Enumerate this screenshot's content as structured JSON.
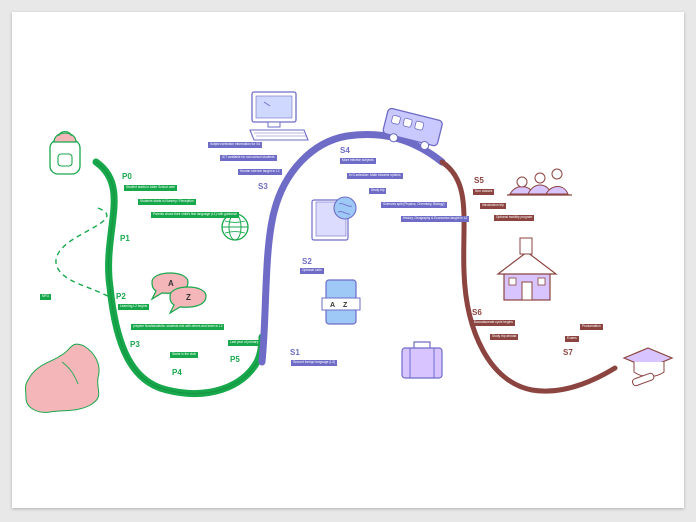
{
  "colors": {
    "primary": "#18a84c",
    "secondary": "#6e6cc7",
    "tertiary": "#8b4440",
    "flag_pink": "#f4b6b8"
  },
  "icons": [
    "backpack-icon",
    "globe-icon",
    "speech-bubbles-az-icon",
    "region-map-icon",
    "computer-icon",
    "school-bus-icon",
    "book-globe-icon",
    "az-card-icon",
    "briefcase-icon",
    "students-icon",
    "school-building-icon",
    "graduation-cap-icon"
  ],
  "primary": {
    "stages": [
      "P0",
      "P1",
      "P2",
      "P3",
      "P4",
      "P5"
    ],
    "notes": [
      "Student starts in Alder School care",
      "Students starts in Nursery / Reception",
      "Parents chose their child's first language (L1) with guidance",
      "MFG",
      "Learning L2 begins",
      "prepare Noahstudents: students mix with others and learn in L2",
      "Starts in the club",
      "Last year of primary"
    ]
  },
  "secondary": {
    "stages": [
      "S1",
      "S2",
      "S3",
      "S4"
    ],
    "notes": [
      "Subject selection information for S4",
      "ICT available for non-school students",
      "Human science taught in L2",
      "Optional Latin",
      "Second foreign language (L3)",
      "More elective subjects",
      "In S-selection: Math became options",
      "Study trip",
      "Sciences split (Physics, Chemistry, Biology)",
      "History, Geography & Economics taught in L2"
    ]
  },
  "upper": {
    "stages": [
      "S5",
      "S6",
      "S7"
    ],
    "notes": [
      "Non classes",
      "Introduction trip",
      "Optional mobility program",
      "Baccalaureate cycle begins",
      "Study trip abroad",
      "Exams",
      "Proclamation"
    ]
  }
}
